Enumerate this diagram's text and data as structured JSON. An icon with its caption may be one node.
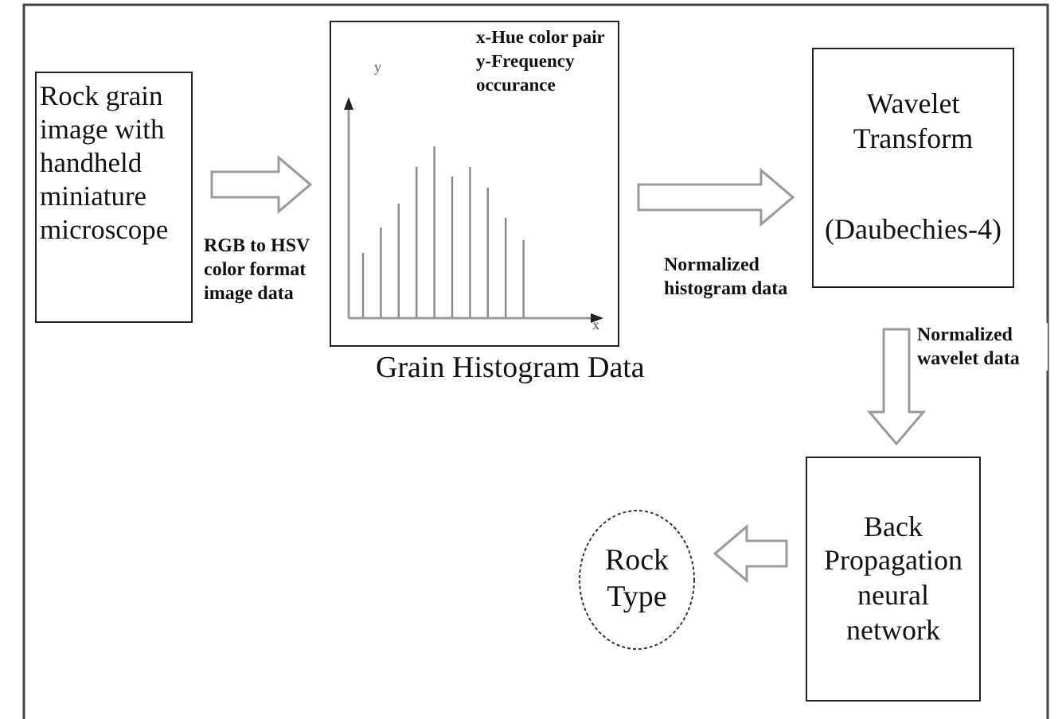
{
  "diagram": {
    "nodes": [
      {
        "text": [
          "Rock grain image with handheld miniature microscope"
        ]
      },
      {
        "text": [
          "x-Hue color pair y-Frequency occurance"
        ],
        "beside": [
          "Grain Histogram Data"
        ]
      },
      {
        "text": [
          "Wavelet Transform",
          "(Daubechies-4)"
        ]
      },
      {
        "text": [
          "Back Propagation neural network"
        ]
      },
      {
        "text": [
          "Rock Type"
        ]
      }
    ],
    "edges": [
      {
        "from": 0,
        "to": 1,
        "arrow": "to",
        "label": "RGB to HSV color format image data"
      },
      {
        "from": 1,
        "to": 2,
        "arrow": "to",
        "label": "Normalized histogram data"
      },
      {
        "from": 2,
        "to": 3,
        "arrow": "to",
        "label": "Normalized wavelet data"
      },
      {
        "from": 3,
        "to": 4,
        "arrow": "to"
      }
    ],
    "labels": [
      "y",
      "x"
    ]
  }
}
